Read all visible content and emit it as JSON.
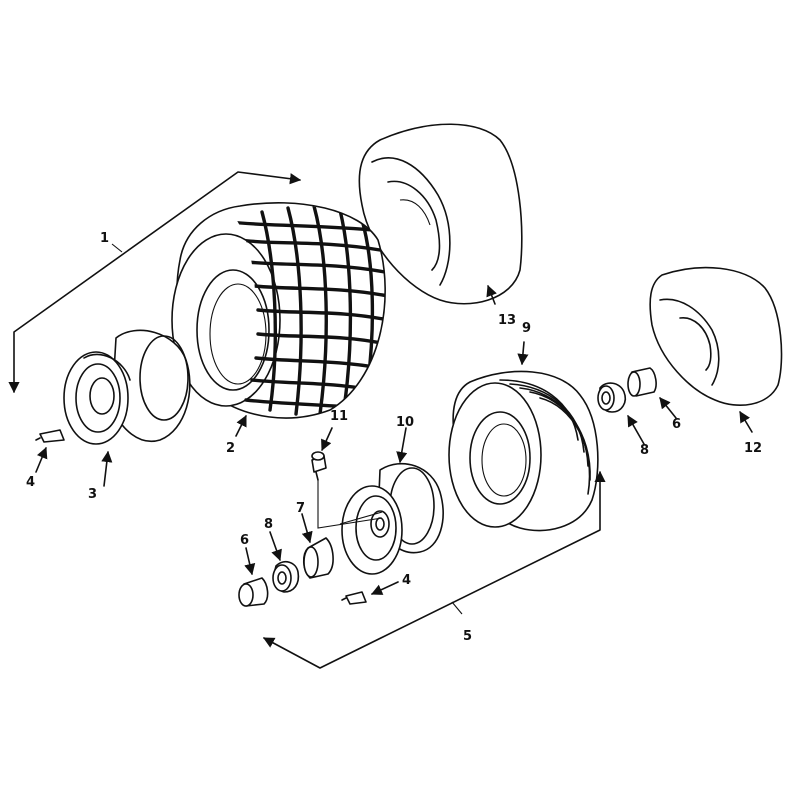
{
  "callouts": {
    "c1": "1",
    "c2": "2",
    "c3": "3",
    "c4a": "4",
    "c4b": "4",
    "c5": "5",
    "c6a": "6",
    "c6b": "6",
    "c7": "7",
    "c8a": "8",
    "c8b": "8",
    "c9": "9",
    "c10": "10",
    "c11": "11",
    "c12": "12",
    "c13": "13"
  },
  "colors": {
    "ink": "#111111",
    "paper": "#ffffff"
  }
}
